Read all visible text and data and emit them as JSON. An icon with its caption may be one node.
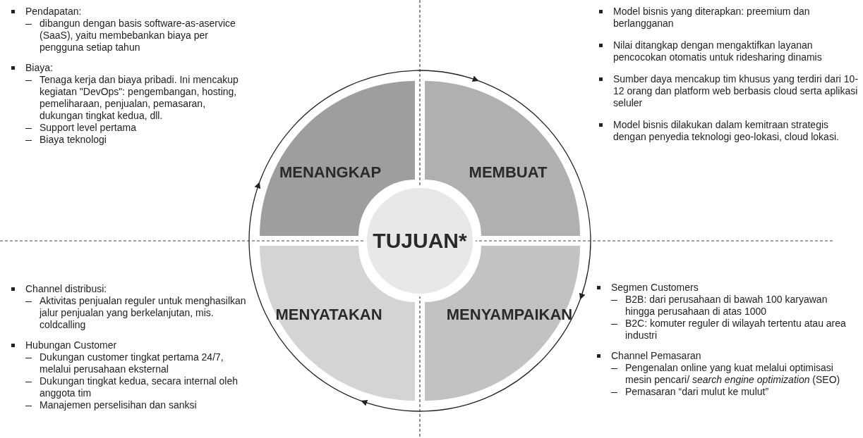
{
  "diagram": {
    "nodes": [
      {
        "text": [
          "MENANGKAP"
        ]
      },
      {
        "text": [
          "MEMBUAT"
        ]
      },
      {
        "text": [
          "TUJUAN*"
        ]
      },
      {
        "text": [
          "MENYATAKAN"
        ]
      },
      {
        "text": [
          "MENYAMPAIKAN"
        ]
      }
    ],
    "edges": [
      {
        "from": 0,
        "to": 1,
        "arrow": "to"
      },
      {
        "from": 1,
        "to": 4,
        "arrow": "to"
      },
      {
        "from": 4,
        "to": 3,
        "arrow": "to"
      },
      {
        "from": 3,
        "to": 0,
        "arrow": "to"
      }
    ],
    "labels": [
      "Pendapatan:",
      "dibangun dengan basis software-as-aservice (SaaS), yaitu membebankan biaya per pengguna setiap tahun",
      "Biaya:",
      "Tenaga kerja dan biaya pribadi. Ini mencakup kegiatan \"DevOps\": pengembangan, hosting, pemeliharaan, penjualan, pemasaran, dukungan tingkat kedua, dll.",
      "Support level pertama",
      "Biaya teknologi",
      "Model bisnis yang diterapkan: preemium dan berlangganan",
      "Nilai ditangkap dengan mengaktifkan layanan pencocokan otomatis untuk ridesharing dinamis",
      "Sumber daya mencakup tim khusus yang terdiri dari 10-12 orang dan platform web berbasis cloud serta aplikasi seluler",
      "Model bisnis dilakukan dalam kemitraan strategis dengan penyedia teknologi geo-lokasi, cloud lokasi.",
      "Channel distribusi:",
      "Aktivitas penjualan reguler untuk menghasilkan jalur penjualan yang berkelanjutan, mis. coldcalling",
      "Hubungan Customer",
      "Dukungan customer tingkat pertama 24/7, melalui perusahaan eksternal",
      "Dukungan tingkat kedua, secara internal oleh anggota tim",
      "Manajemen perselisihan dan sanksi",
      "Segmen Customers",
      "B2B: dari perusahaan di bawah 100 karyawan hingga perusahaan di atas 1000",
      "B2C: komuter reguler di wilayah tertentu atau area industri",
      "Channel Pemasaran",
      "Pengenalan online yang kuat melalui optimisasi mesin pencari/ *search engine optimization* (SEO)",
      "Pemasaran “dari mulut ke mulut”"
    ]
  }
}
